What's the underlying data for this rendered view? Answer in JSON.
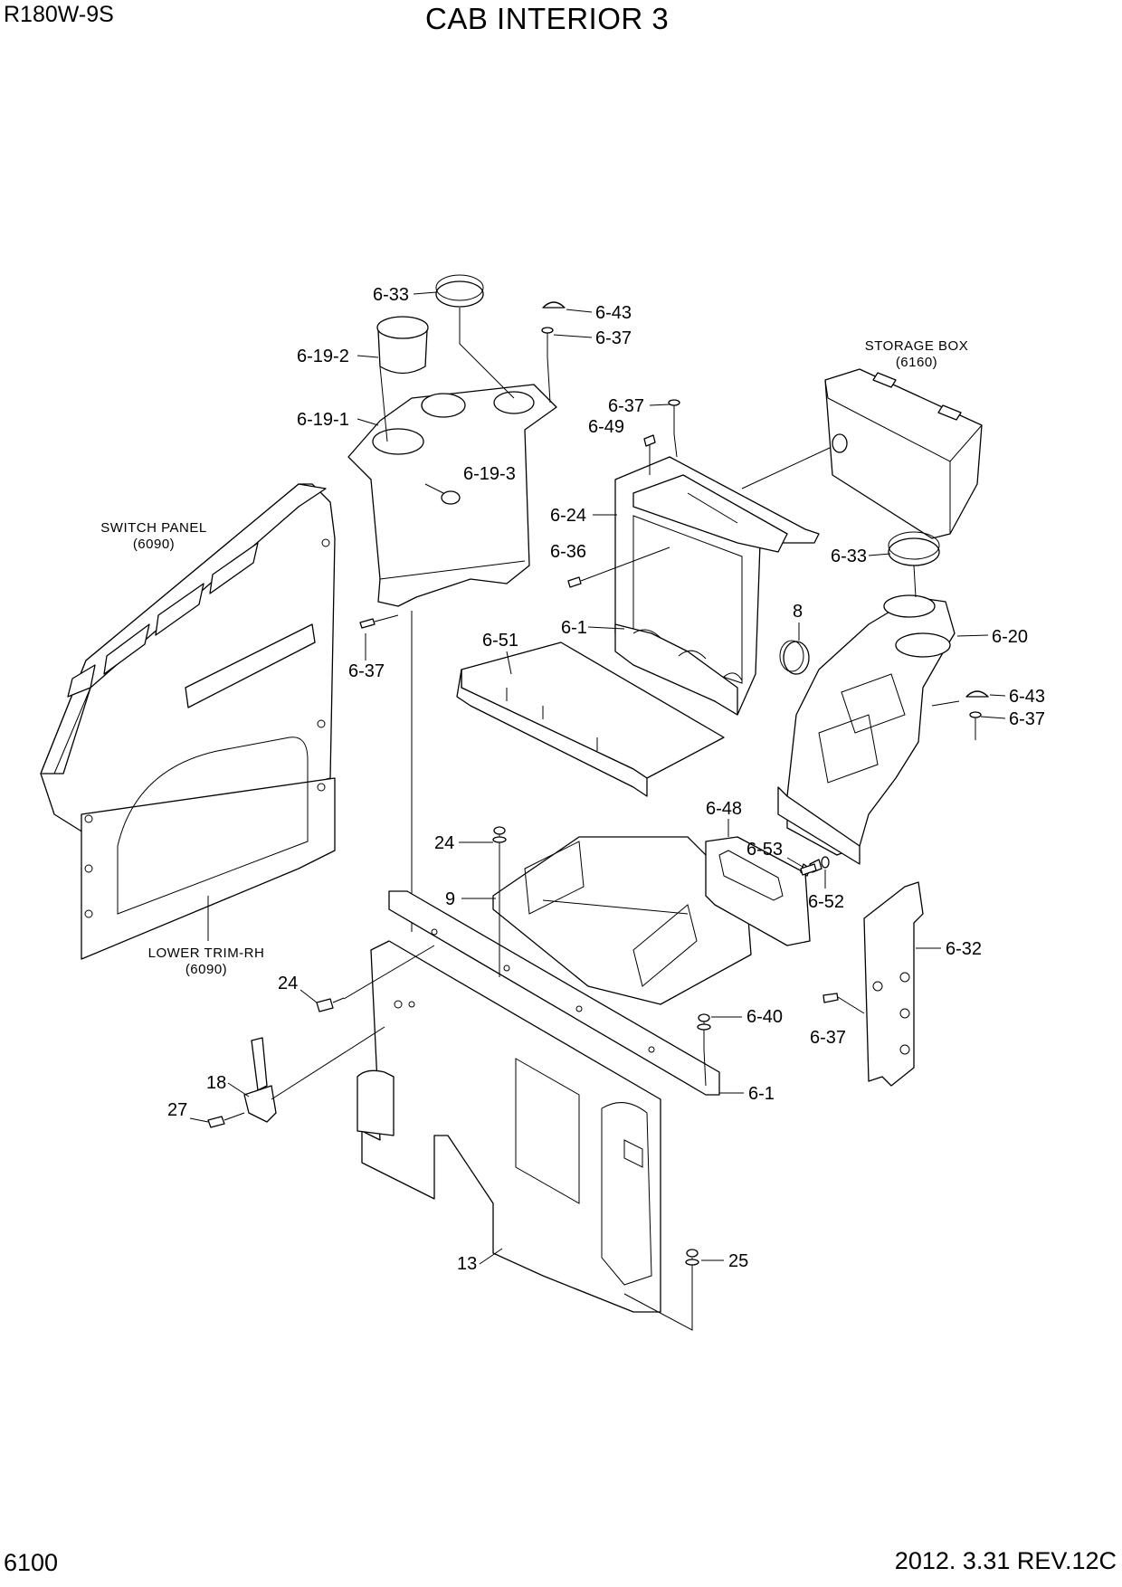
{
  "header": {
    "model": "R180W-9S",
    "title": "CAB INTERIOR 3"
  },
  "footer": {
    "page_number": "6100",
    "revision": "2012. 3.31  REV.12C"
  },
  "reference_labels": {
    "storage_box": [
      "STORAGE BOX",
      "(6160)"
    ],
    "switch_panel": [
      "SWITCH PANEL",
      "(6090)"
    ],
    "lower_trim": [
      "LOWER TRIM-RH",
      "(6090)"
    ]
  },
  "part_callouts": [
    "6-33",
    "6-43",
    "6-37",
    "6-19-2",
    "6-19-1",
    "6-19-3",
    "6-37",
    "6-49",
    "6-24",
    "6-36",
    "6-1",
    "8",
    "6-33",
    "6-20",
    "6-43",
    "6-37",
    "6-37",
    "6-51",
    "6-48",
    "6-53",
    "6-52",
    "24",
    "9",
    "24",
    "6-40",
    "6-37",
    "6-32",
    "6-1",
    "18",
    "27",
    "25",
    "13"
  ]
}
